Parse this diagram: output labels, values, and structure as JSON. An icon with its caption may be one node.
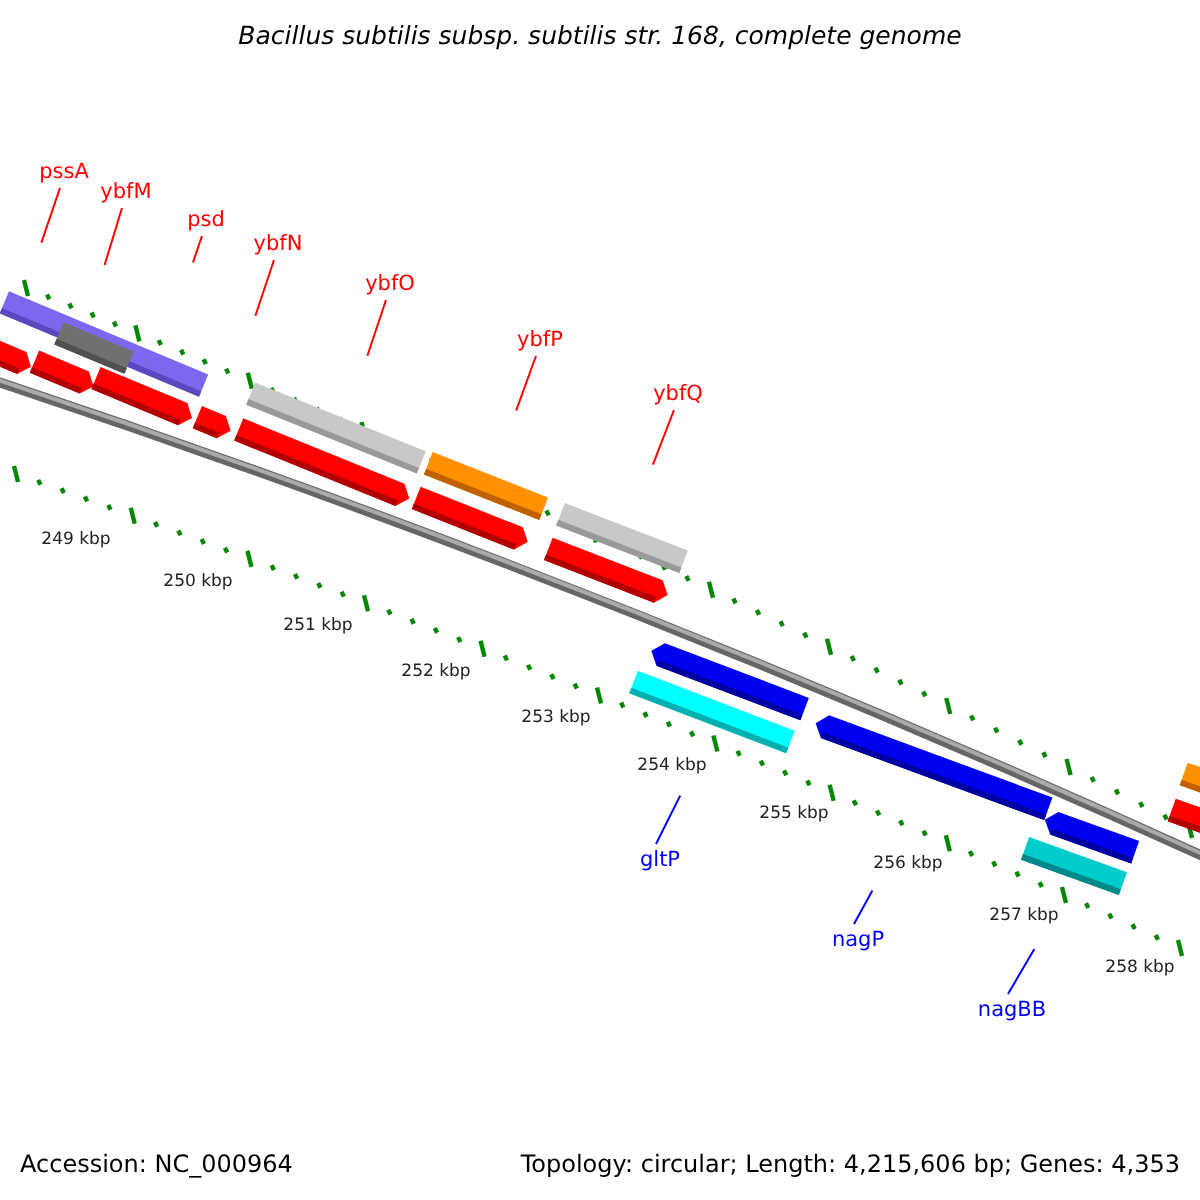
{
  "diagram": {
    "title": "Bacillus subtilis subsp. subtilis str. 168, complete genome",
    "nodes": [
      {
        "text": [
          "pssA"
        ]
      },
      {
        "text": [
          "ybfM"
        ]
      },
      {
        "text": [
          "psd"
        ]
      },
      {
        "text": [
          "ybfN"
        ]
      },
      {
        "text": [
          "ybfO"
        ]
      },
      {
        "text": [
          "ybfP"
        ]
      },
      {
        "text": [
          "ybfQ"
        ]
      },
      {
        "text": [
          "gltP"
        ]
      },
      {
        "text": [
          "nagP"
        ]
      },
      {
        "text": [
          "nagBB"
        ]
      }
    ],
    "edges": [
      {
        "from": 0,
        "to": null,
        "arrow": "none"
      },
      {
        "from": 1,
        "to": null,
        "arrow": "none"
      },
      {
        "from": 2,
        "to": null,
        "arrow": "none"
      },
      {
        "from": 3,
        "to": null,
        "arrow": "none"
      },
      {
        "from": 4,
        "to": null,
        "arrow": "none"
      },
      {
        "from": 5,
        "to": null,
        "arrow": "none"
      },
      {
        "from": 6,
        "to": null,
        "arrow": "none"
      },
      {
        "from": 7,
        "to": null,
        "arrow": "none",
        "color": "#0000ff"
      },
      {
        "from": 8,
        "to": null,
        "arrow": "none",
        "color": "#0000ff"
      },
      {
        "from": 9,
        "to": null,
        "arrow": "none",
        "color": "#0000ff"
      }
    ],
    "labels": [
      "249 kbp",
      "250 kbp",
      "251 kbp",
      "252 kbp",
      "253 kbp",
      "254 kbp",
      "255 kbp",
      "256 kbp",
      "257 kbp",
      "258 kbp",
      "Accession: NC_000964",
      "Topology: circular; Length: 4,215,606 bp; Genes: 4,353"
    ]
  }
}
